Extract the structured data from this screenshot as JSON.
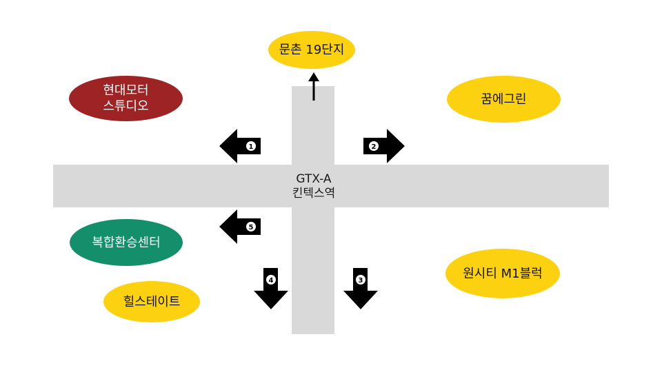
{
  "colors": {
    "road": "#d9d9d9",
    "yellow": "#fcd10f",
    "red": "#9e2324",
    "green": "#138f6b",
    "arrow": "#000000"
  },
  "station": {
    "line1": "GTX-A",
    "line2": "킨텍스역"
  },
  "destinations": {
    "munchon": "문촌 19단지",
    "hyundai_line1": "현대모터",
    "hyundai_line2": "스튜디오",
    "kkumegreen": "꿈에그린",
    "transfer_center": "복합환승센터",
    "hillstate": "힐스테이트",
    "onecity": "원시티 M1블럭"
  },
  "exits": [
    {
      "number": "1",
      "direction": "left"
    },
    {
      "number": "2",
      "direction": "right"
    },
    {
      "number": "3",
      "direction": "down"
    },
    {
      "number": "4",
      "direction": "down"
    },
    {
      "number": "5",
      "direction": "left"
    }
  ]
}
